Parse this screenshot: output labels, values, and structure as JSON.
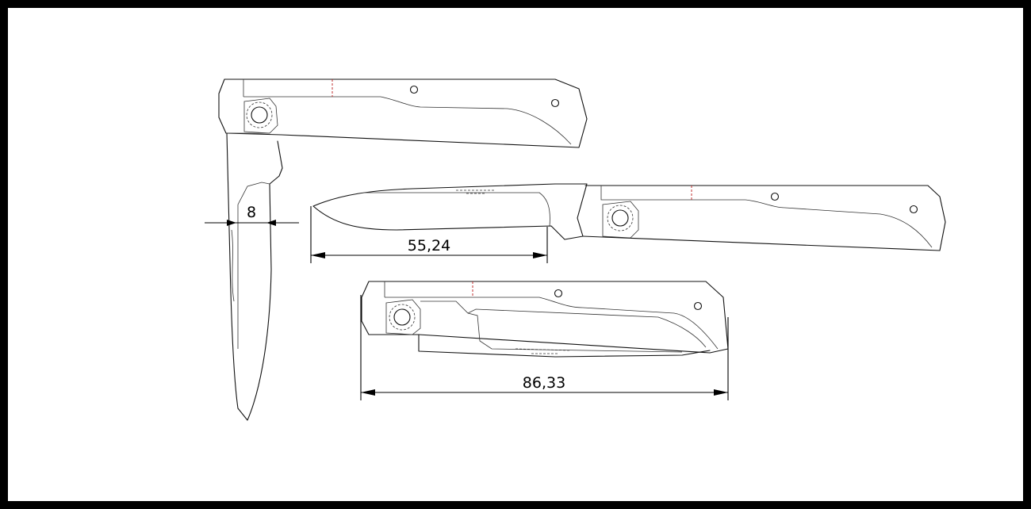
{
  "drawing": {
    "dimensions": [
      {
        "id": "blade-thickness",
        "value": "8"
      },
      {
        "id": "blade-length",
        "value": "55,24"
      },
      {
        "id": "closed-length",
        "value": "86,33"
      }
    ],
    "views": [
      "blade-open-vertical",
      "knife-open-horizontal",
      "knife-closed"
    ]
  }
}
